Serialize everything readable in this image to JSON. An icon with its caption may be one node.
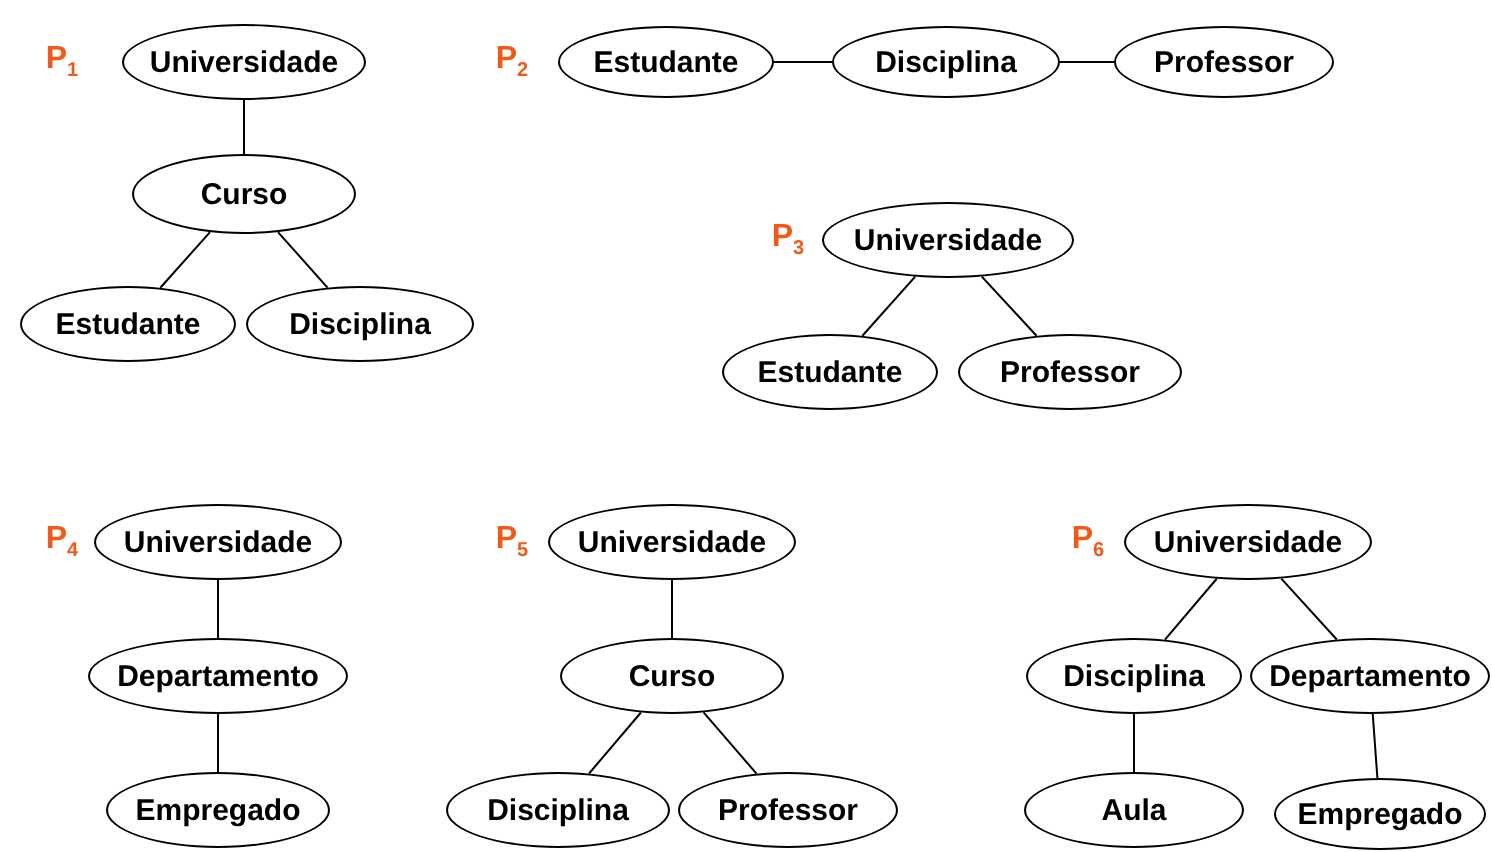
{
  "diagram": {
    "nodes": [
      {
        "text": [
          "Universidade"
        ]
      },
      {
        "text": [
          "Curso"
        ]
      },
      {
        "text": [
          "Estudante"
        ]
      },
      {
        "text": [
          "Disciplina"
        ]
      },
      {
        "text": [
          "Estudante"
        ]
      },
      {
        "text": [
          "Disciplina"
        ]
      },
      {
        "text": [
          "Professor"
        ]
      },
      {
        "text": [
          "Universidade"
        ]
      },
      {
        "text": [
          "Estudante"
        ]
      },
      {
        "text": [
          "Professor"
        ]
      },
      {
        "text": [
          "Universidade"
        ]
      },
      {
        "text": [
          "Departamento"
        ]
      },
      {
        "text": [
          "Empregado"
        ]
      },
      {
        "text": [
          "Universidade"
        ]
      },
      {
        "text": [
          "Curso"
        ]
      },
      {
        "text": [
          "Disciplina"
        ]
      },
      {
        "text": [
          "Professor"
        ]
      },
      {
        "text": [
          "Universidade"
        ]
      },
      {
        "text": [
          "Disciplina"
        ]
      },
      {
        "text": [
          "Departamento"
        ]
      },
      {
        "text": [
          "Aula"
        ]
      },
      {
        "text": [
          "Empregado"
        ]
      }
    ],
    "edges": [
      {
        "from": 0,
        "to": 1,
        "arrow": "none"
      },
      {
        "from": 1,
        "to": 2,
        "arrow": "none"
      },
      {
        "from": 1,
        "to": 3,
        "arrow": "none"
      },
      {
        "from": 4,
        "to": 5,
        "arrow": "none"
      },
      {
        "from": 5,
        "to": 6,
        "arrow": "none"
      },
      {
        "from": 7,
        "to": 8,
        "arrow": "none"
      },
      {
        "from": 7,
        "to": 9,
        "arrow": "none"
      },
      {
        "from": 10,
        "to": 11,
        "arrow": "none"
      },
      {
        "from": 11,
        "to": 12,
        "arrow": "none"
      },
      {
        "from": 13,
        "to": 14,
        "arrow": "none"
      },
      {
        "from": 14,
        "to": 15,
        "arrow": "none"
      },
      {
        "from": 14,
        "to": 16,
        "arrow": "none"
      },
      {
        "from": 17,
        "to": 18,
        "arrow": "none"
      },
      {
        "from": 17,
        "to": 19,
        "arrow": "none"
      },
      {
        "from": 18,
        "to": 20,
        "arrow": "none"
      },
      {
        "from": 19,
        "to": 21,
        "arrow": "none"
      }
    ],
    "labels": [
      "P$_{1}$",
      "P$_{2}$",
      "P$_{3}$",
      "P$_{4}$",
      "P$_{5}$",
      "P$_{6}$"
    ]
  }
}
